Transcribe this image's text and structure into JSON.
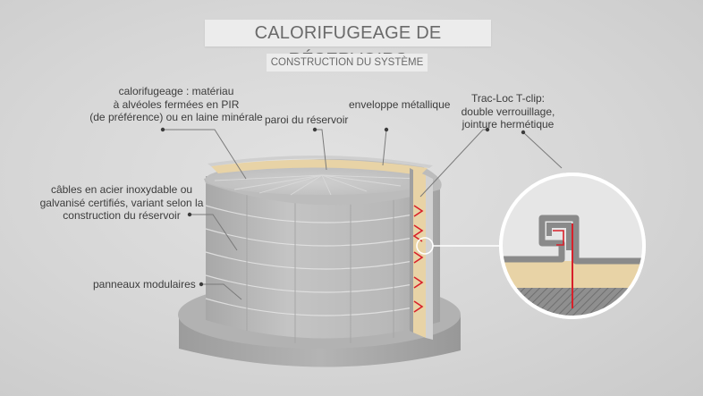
{
  "title": "CALORIFUGEAGE DE RÉSERVOIRS",
  "subtitle": "CONSTRUCTION DU SYSTÈME",
  "labels": {
    "insulation": [
      "calorifugeage : matériau",
      "à alvéoles fermées en PIR",
      "(de préférence) ou en laine minérale"
    ],
    "tank_wall": "paroi du réservoir",
    "metal_envelope": "enveloppe métallique",
    "tclip": [
      "Trac-Loc T-clip:",
      "double verrouillage,",
      "jointure hermétique"
    ],
    "cables": [
      "câbles en acier inoxydable ou",
      "galvanisé certifiés, variant selon la",
      "construction du réservoir"
    ],
    "panels": "panneaux modulaires"
  },
  "colors": {
    "background": "#d6d6d6",
    "metal": "#b9b9b9",
    "insulation": "#e8d3a6",
    "cable": "#d8202a",
    "clip": "#8a8a8a"
  }
}
